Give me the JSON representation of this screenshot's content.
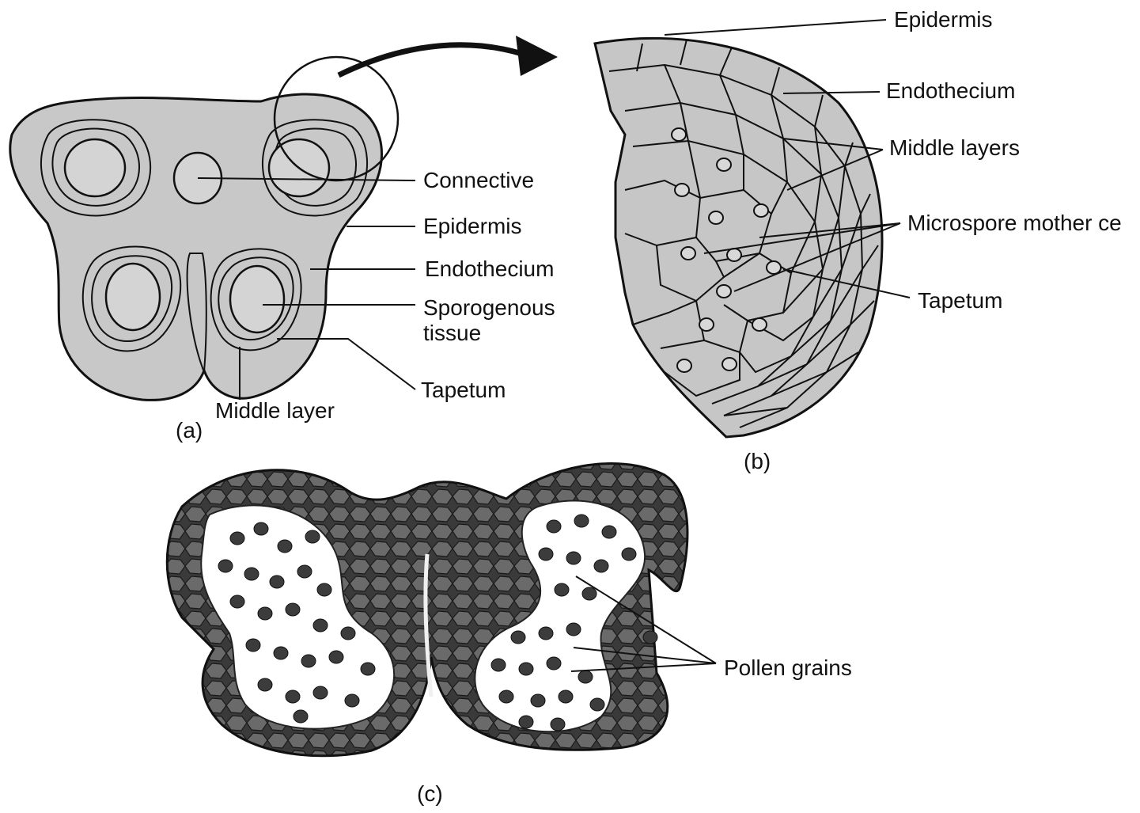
{
  "panel_a": {
    "caption": "(a)",
    "labels": {
      "connective": "Connective",
      "epidermis": "Epidermis",
      "endothecium": "Endothecium",
      "sporogenous_1": "Sporogenous",
      "sporogenous_2": "tissue",
      "tapetum": "Tapetum",
      "middle_layer": "Middle layer"
    }
  },
  "panel_b": {
    "caption": "(b)",
    "labels": {
      "epidermis": "Epidermis",
      "endothecium": "Endothecium",
      "middle_layers": "Middle layers",
      "microspore_mother_cells": "Microspore mother ce",
      "tapetum": "Tapetum"
    }
  },
  "panel_c": {
    "caption": "(c)",
    "labels": {
      "pollen_grains": "Pollen grains"
    }
  }
}
